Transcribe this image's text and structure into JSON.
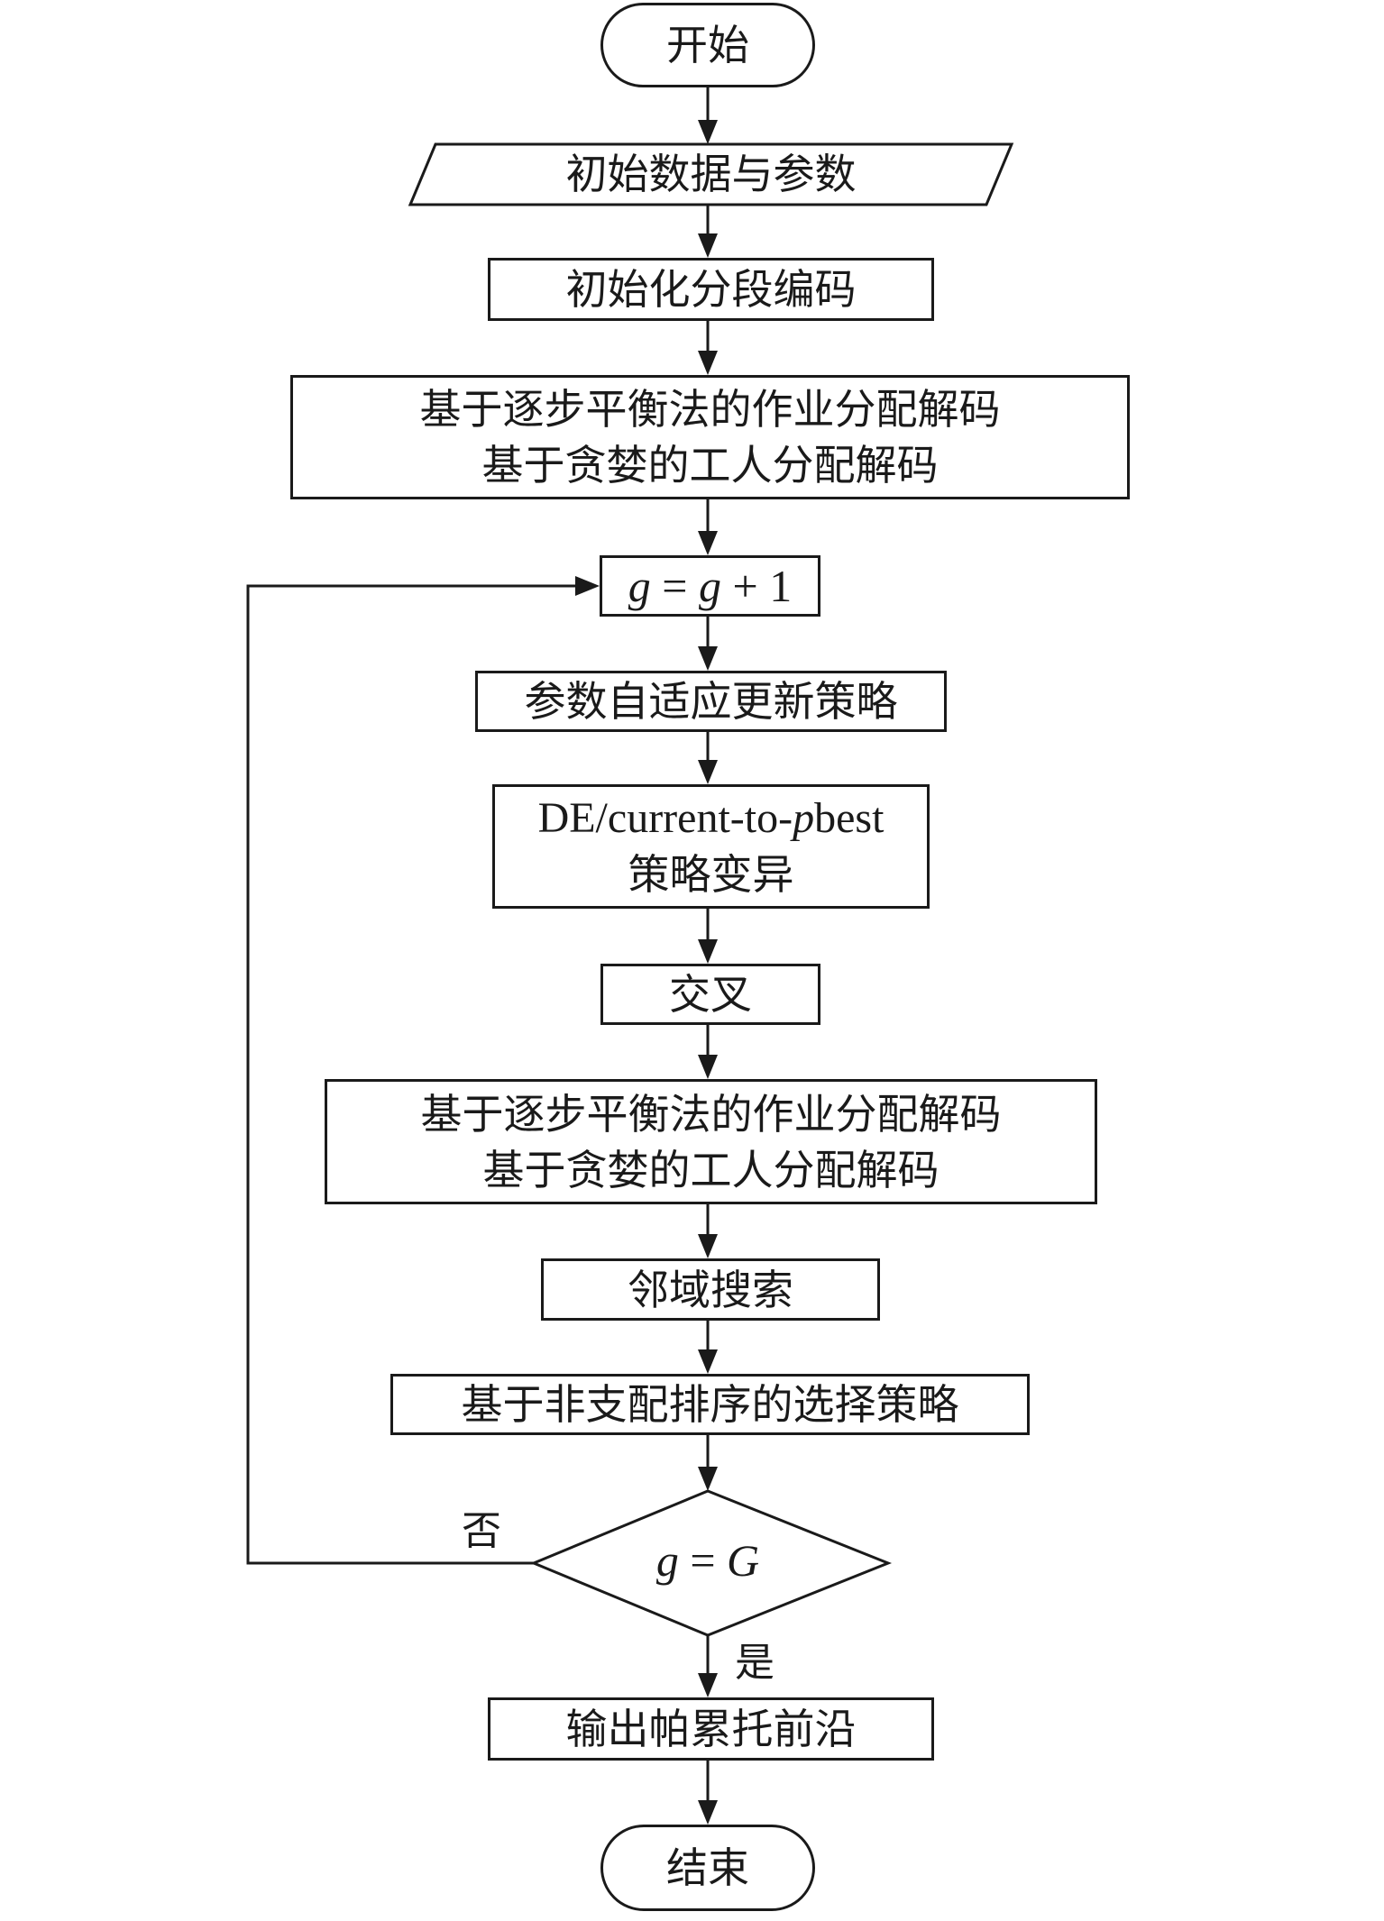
{
  "flowchart": {
    "start": "开始",
    "input": "初始数据与参数",
    "init": "初始化分段编码",
    "decode1": {
      "line1": "基于逐步平衡法的作业分配解码",
      "line2": "基于贪婪的工人分配解码"
    },
    "increment": {
      "var": "g",
      "eq": " = ",
      "var2": "g",
      "rest": " + 1"
    },
    "param_update": "参数自适应更新策略",
    "mutation": {
      "prefix": "DE/current-to-",
      "italic": "p",
      "suffix": "best",
      "line2": "策略变异"
    },
    "crossover": "交叉",
    "decode2": {
      "line1": "基于逐步平衡法的作业分配解码",
      "line2": "基于贪婪的工人分配解码"
    },
    "neighborhood": "邻域搜索",
    "selection": "基于非支配排序的选择策略",
    "decision": {
      "var": "g",
      "eq": " = ",
      "var2": "G"
    },
    "no_label": "否",
    "yes_label": "是",
    "output": "输出帕累托前沿",
    "end": "结束"
  }
}
